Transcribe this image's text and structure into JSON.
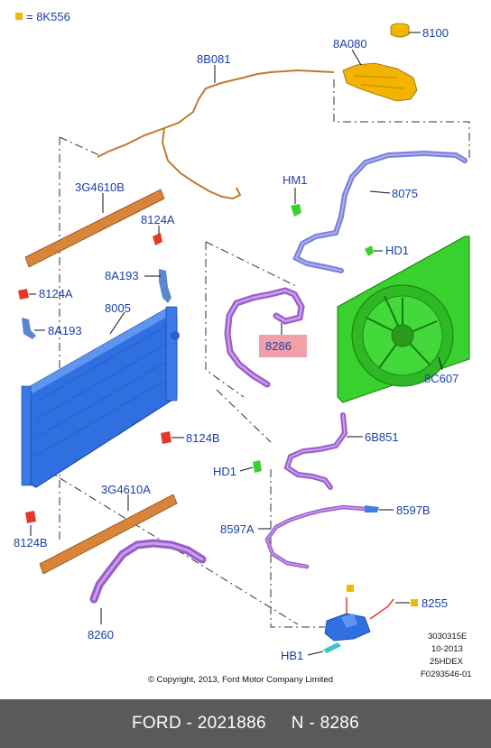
{
  "legend": {
    "symbol_color": "#f5b800",
    "text": "= 8K556"
  },
  "parts": {
    "p8100": "8100",
    "p8A080": "8A080",
    "p8B081": "8B081",
    "p3G4610B": "3G4610B",
    "p8124A_top": "8124A",
    "p8A193_top": "8A193",
    "p8124A_left": "8124A",
    "p8A193_left": "8A193",
    "p8005": "8005",
    "pHM1": "HM1",
    "p8075": "8075",
    "pHD1_top": "HD1",
    "p8286": "8286",
    "p8C607": "8C607",
    "p8124B_right": "8124B",
    "p6B851": "6B851",
    "pHD1_mid": "HD1",
    "p3G4610A": "3G4610A",
    "p8124B_left": "8124B",
    "p8597A": "8597A",
    "p8597B": "8597B",
    "p8260": "8260",
    "p8255": "8255",
    "pHB1": "HB1"
  },
  "highlight": {
    "part": "8286",
    "color": "#f2a0a8"
  },
  "codes": [
    "3030315E",
    "10-2013",
    "25HDEX",
    "F0293546-01"
  ],
  "copyright": "© Copyright, 2013, Ford Motor Company Limited",
  "footer": {
    "brand": "FORD",
    "number": "2021886",
    "n_label": "N",
    "part": "8286"
  },
  "colors": {
    "label": "#1a3fa8",
    "radiator": "#2f6fe0",
    "fan_shroud": "#39d12e",
    "hoses": "#a774d6",
    "reservoir": "#f2b400",
    "wiring": "#c07a2a",
    "seal": "#d9843a",
    "clip": "#e23a2a",
    "footer_bg": "#5a5a5a"
  }
}
